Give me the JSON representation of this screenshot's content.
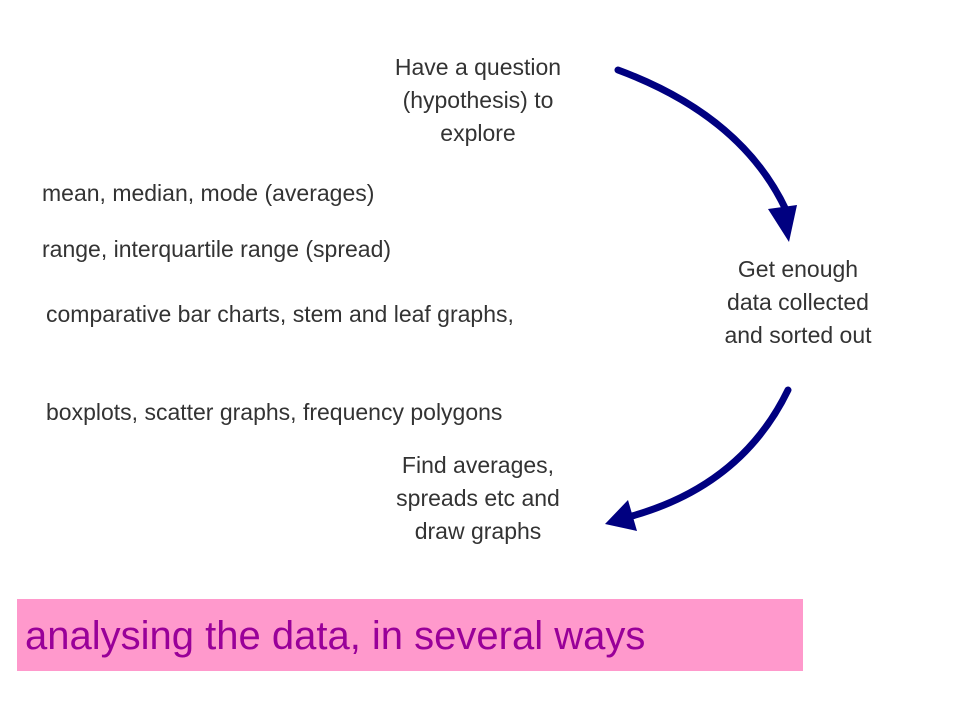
{
  "cycle": {
    "question": [
      "Have a question",
      "(hypothesis) to",
      "explore"
    ],
    "data": [
      "Get enough",
      "data collected",
      "and sorted out"
    ],
    "analyse": [
      "Find averages,",
      "spreads etc and",
      "draw graphs"
    ]
  },
  "notes": {
    "averages": "mean, median, mode (averages)",
    "spread": "range, interquartile range (spread)",
    "charts": "comparative bar charts, stem and leaf graphs,",
    "boxplots": "boxplots,  scatter graphs, frequency polygons"
  },
  "banner": {
    "text": "analysing the data, in several ways"
  },
  "colors": {
    "arrow": "#000080",
    "banner_background": "#ff99cc",
    "banner_text": "#990099",
    "body_text": "#333333"
  }
}
